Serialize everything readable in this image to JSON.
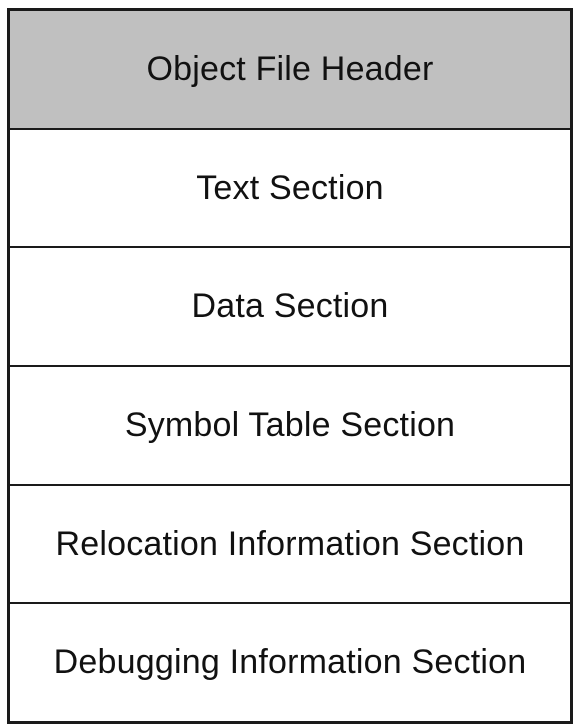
{
  "diagram": {
    "blocks": [
      {
        "label": "Object File Header",
        "fill": "#c0c0c0"
      },
      {
        "label": "Text Section",
        "fill": "#ffffff"
      },
      {
        "label": "Data Section",
        "fill": "#ffffff"
      },
      {
        "label": "Symbol Table Section",
        "fill": "#ffffff"
      },
      {
        "label": "Relocation Information Section",
        "fill": "#ffffff"
      },
      {
        "label": "Debugging Information Section",
        "fill": "#ffffff"
      }
    ]
  }
}
